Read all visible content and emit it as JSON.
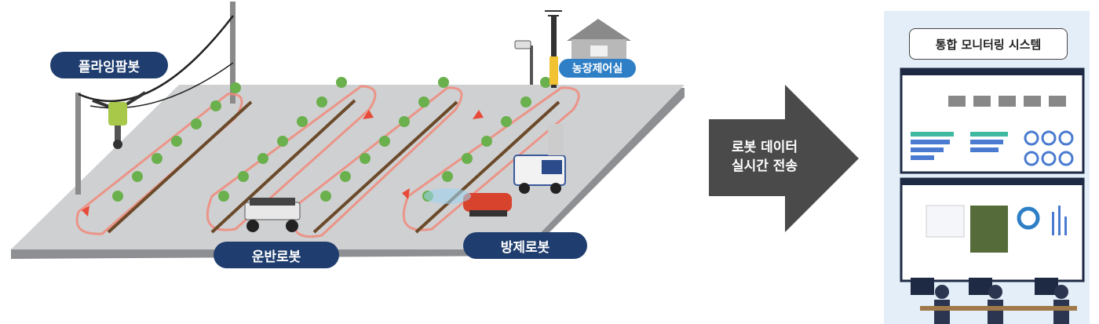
{
  "labels": {
    "flying_farm_bot": "플라잉팜봇",
    "farm_control_room": "농장제어실",
    "transport_robot": "운반로봇",
    "pest_control_robot": "방제로봇"
  },
  "arrow": {
    "line1": "로봇 데이터",
    "line2": "실시간 전송"
  },
  "monitor": {
    "title": "통합 모니터링 시스템"
  },
  "colors": {
    "pill": "#1f3d6e",
    "pill_light": "#2f7fc6",
    "field": "#c9cacc",
    "arrow": "#4a4a4a",
    "path": "#f08a7a",
    "monitor_bg": "#e4eef8"
  }
}
